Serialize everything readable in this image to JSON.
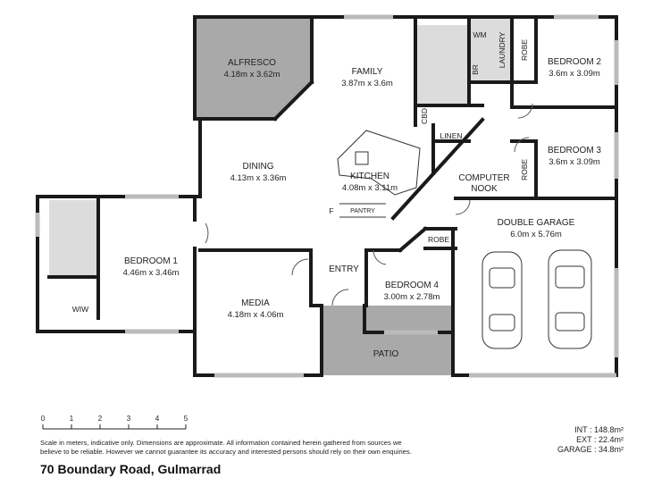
{
  "rooms": {
    "alfresco": {
      "name": "ALFRESCO",
      "dim": "4.18m x 3.62m"
    },
    "family": {
      "name": "FAMILY",
      "dim": "3.87m x 3.6m"
    },
    "dining": {
      "name": "DINING",
      "dim": "4.13m x 3.36m"
    },
    "kitchen": {
      "name": "KITCHEN",
      "dim": "4.08m x 3.11m"
    },
    "bedroom1": {
      "name": "BEDROOM 1",
      "dim": "4.46m x 3.46m"
    },
    "media": {
      "name": "MEDIA",
      "dim": "4.18m x 4.06m"
    },
    "bedroom2": {
      "name": "BEDROOM 2",
      "dim": "3.6m x 3.09m"
    },
    "bedroom3": {
      "name": "BEDROOM 3",
      "dim": "3.6m x 3.09m"
    },
    "bedroom4": {
      "name": "BEDROOM 4",
      "dim": "3.00m x 2.78m"
    },
    "garage": {
      "name": "DOUBLE GARAGE",
      "dim": "6.0m x 5.76m"
    }
  },
  "small_labels": {
    "wm": "WM",
    "laundry": "LAUNDRY",
    "br": "BR",
    "robe": "ROBE",
    "cbd": "CBD",
    "linen": "LINEN",
    "computer_nook_1": "COMPUTER",
    "computer_nook_2": "NOOK",
    "fridge": "F",
    "pantry": "PANTRY",
    "entry": "ENTRY",
    "patio": "PATIO",
    "wiw": "WIW"
  },
  "scale": {
    "ticks": [
      "0",
      "1",
      "2",
      "3",
      "4",
      "5"
    ]
  },
  "disclaimer": [
    "Scale in meters, indicative only. Dimensions are approximate. All information contained herein gathered from sources we",
    "believe to be reliable. However we cannot guarantee its accuracy and interested persons should rely on their own enquiries."
  ],
  "areas": {
    "int": "INT : 148.8m²",
    "ext": "EXT : 22.4m²",
    "garage": "GARAGE : 34.8m²"
  },
  "address": "70 Boundary Road, Gulmarrad",
  "colors": {
    "wall": "#1a1a1a",
    "exterior_fill": "#a9a9a9",
    "wet_area_fill": "#dcdcdc",
    "window": "#bbbbbb"
  }
}
